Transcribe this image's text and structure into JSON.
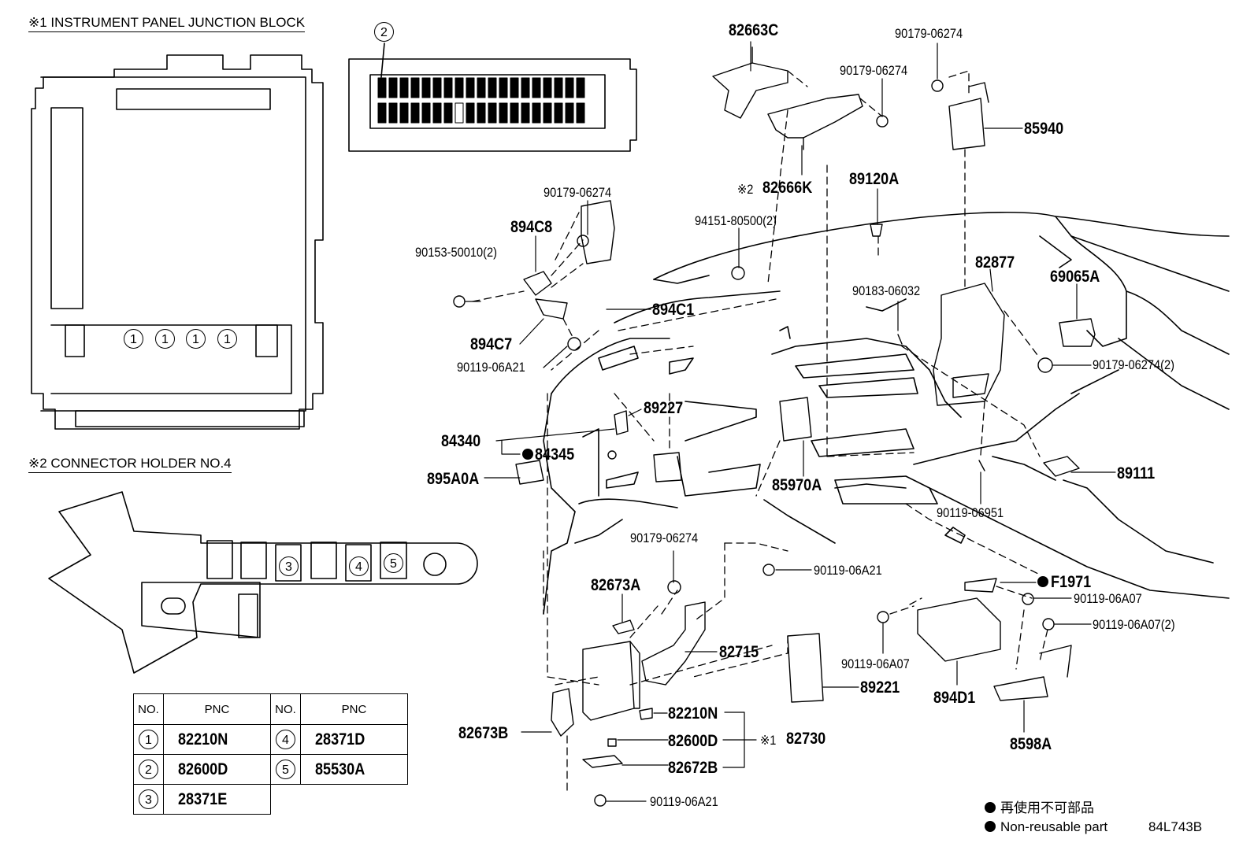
{
  "sections": {
    "junction_block_title": "※1 INSTRUMENT PANEL JUNCTION BLOCK",
    "connector_holder_title": "※2 CONNECTOR HOLDER NO.4"
  },
  "junction_block": {
    "fuse_marks": [
      "1",
      "1",
      "1",
      "1"
    ],
    "connector_mark": "2"
  },
  "connector_holder": {
    "slot_marks": [
      "3",
      "4",
      "5"
    ]
  },
  "pnc_table": {
    "headers": {
      "no": "NO.",
      "pnc": "PNC"
    },
    "rows": [
      {
        "no_a": "1",
        "pnc_a": "82210N",
        "no_b": "4",
        "pnc_b": "28371D"
      },
      {
        "no_a": "2",
        "pnc_a": "82600D",
        "no_b": "5",
        "pnc_b": "85530A"
      },
      {
        "no_a": "3",
        "pnc_a": "28371E",
        "no_b": "",
        "pnc_b": ""
      }
    ]
  },
  "part_labels": {
    "p82663C": "82663C",
    "p90179_top_right": "90179-06274",
    "p90179_top_mid": "90179-06274",
    "p85940": "85940",
    "p82666K": "82666K",
    "p82666K_note": "※2",
    "p89120A": "89120A",
    "p90179_left": "90179-06274",
    "p894C8": "894C8",
    "p94151": "94151-80500(2)",
    "p90153": "90153-50010(2)",
    "p894C1": "894C1",
    "p82877": "82877",
    "p69065A": "69065A",
    "p90183": "90183-06032",
    "p894C7": "894C7",
    "p90119_06A21_a": "90119-06A21",
    "p90179_2": "90179-06274(2)",
    "p89227": "89227",
    "p84340": "84340",
    "p84345": "84345",
    "p895A0A": "895A0A",
    "p85970A": "85970A",
    "p89111": "89111",
    "p90119_06951": "90119-06951",
    "p90179_lower": "90179-06274",
    "p90119_06A21_b": "90119-06A21",
    "p82673A": "82673A",
    "pF1971": "F1971",
    "p90119_06A07_a": "90119-06A07",
    "p90119_06A07_2": "90119-06A07(2)",
    "p82715": "82715",
    "p90119_06A07_b": "90119-06A07",
    "p89221": "89221",
    "p894D1": "894D1",
    "p82210N": "82210N",
    "p82600D": "82600D",
    "p82730_note": "※1",
    "p82730": "82730",
    "p82673B": "82673B",
    "p82672B": "82672B",
    "p8598A": "8598A",
    "p90119_06A21_c": "90119-06A21"
  },
  "legend": {
    "line1": "再使用不可部品",
    "line2": "Non-reusable part",
    "diagram_code": "84L743B"
  }
}
